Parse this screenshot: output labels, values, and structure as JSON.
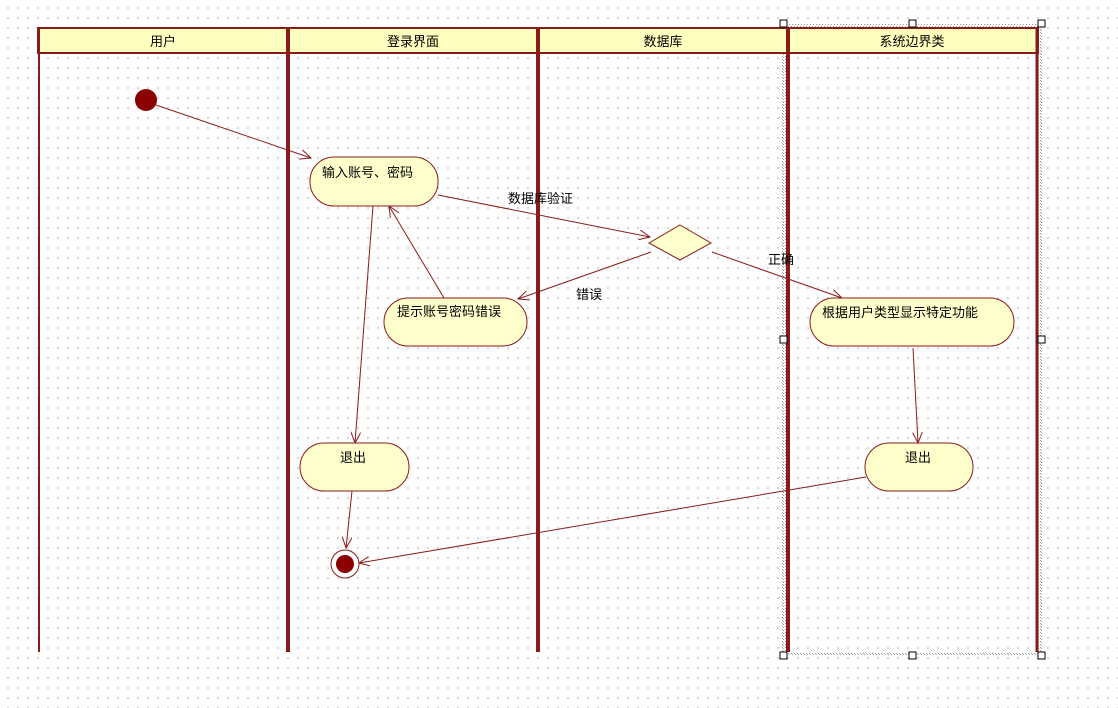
{
  "lanes": [
    {
      "id": "user",
      "title": "用户"
    },
    {
      "id": "login",
      "title": "登录界面"
    },
    {
      "id": "db",
      "title": "数据库"
    },
    {
      "id": "system",
      "title": "系统边界类"
    }
  ],
  "activities": {
    "input_credentials": "输入账号、密码",
    "show_error": "提示账号密码错误",
    "show_features": "根据用户类型显示特定功能",
    "exit_login": "退出",
    "exit_system": "退出"
  },
  "edge_labels": {
    "db_verify": "数据库验证",
    "correct": "正确",
    "error": "错误"
  },
  "colors": {
    "line": "#8b1a1a",
    "fill": "#ffffcc",
    "header_fill": "#ffffc0",
    "node_dark": "#8b0000",
    "selection": "#9a9a9a"
  }
}
